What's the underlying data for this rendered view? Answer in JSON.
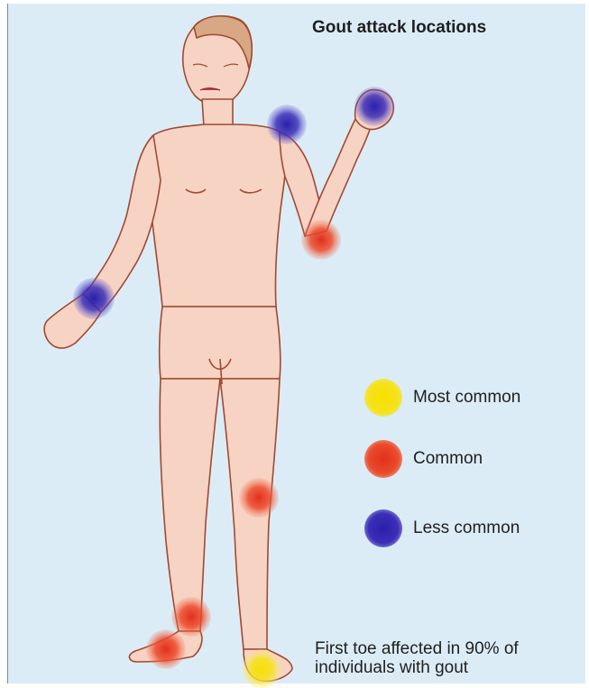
{
  "title": "Gout attack locations",
  "legend": [
    {
      "label": "Most common",
      "color": "#f5e21a"
    },
    {
      "label": "Common",
      "color": "#ec4a2b"
    },
    {
      "label": "Less common",
      "color": "#3b2fb8"
    }
  ],
  "note": {
    "line1": "First toe affected in 90% of",
    "line2": "individuals with gout"
  },
  "colors": {
    "background": "#dcecf6",
    "skin": "#f7d3c4",
    "outline": "#a04a32"
  }
}
